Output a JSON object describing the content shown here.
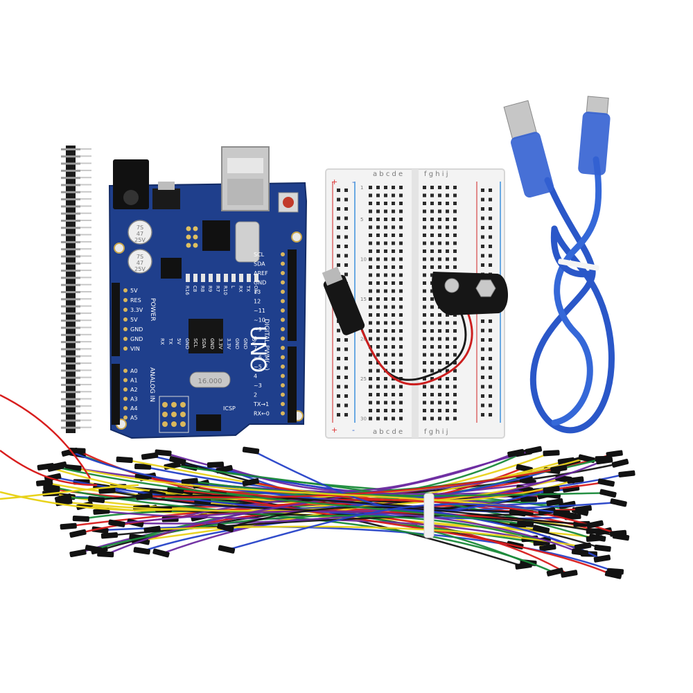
{
  "board": {
    "model": "UNO",
    "digital_label": "DIGITAL PWM(~)",
    "power_label": "POWER",
    "analog_label": "ANALOG IN",
    "icsp_label": "ICSP",
    "crystal": "16.000",
    "cap1": [
      "7S",
      "47",
      "25V"
    ],
    "cap2": [
      "7S",
      "47",
      "25V"
    ],
    "power_pins": [
      "5V",
      "RES",
      "3.3V",
      "5V",
      "GND",
      "GND",
      "VIN"
    ],
    "analog_pins": [
      "A0",
      "A1",
      "A2",
      "A3",
      "A4",
      "A5"
    ],
    "digital_pins": [
      "SCL",
      "SDA",
      "AREF",
      "GND",
      "13",
      "12",
      "~11",
      "~10",
      "~9",
      "8",
      "7",
      "~6",
      "~5",
      "4",
      "~3",
      "2",
      "TX→1",
      "RX←0"
    ],
    "led_labels": [
      "R16",
      "C8",
      "R8",
      "R9",
      "R7",
      "R10",
      "L",
      "RX",
      "TX",
      "ON"
    ],
    "misc_labels": [
      "RX",
      "TX",
      "5V",
      "GND",
      "SCL",
      "SDA",
      "GND",
      "3.3V",
      "3.3V",
      "GND",
      "GND",
      "5V"
    ]
  },
  "breadboard": {
    "col_letters_left": "a b c d e",
    "col_letters_right": "f g h i j",
    "row_numbers": [
      "1",
      "5",
      "10",
      "15",
      "20",
      "25",
      "30"
    ],
    "rail_plus": "+",
    "rail_minus": "-"
  },
  "colors": {
    "pcb_blue": "#1f3f8c",
    "usb_cable_blue": "#2a57c8",
    "jumper_wire_colors": [
      "#d81e1e",
      "#e8d21a",
      "#1a8a3a",
      "#2642c8",
      "#6b2aa0",
      "#141414"
    ]
  },
  "icons": [
    "pin-header",
    "arduino-uno-board",
    "breadboard",
    "battery-clip",
    "usb-cable",
    "jumper-wires"
  ]
}
